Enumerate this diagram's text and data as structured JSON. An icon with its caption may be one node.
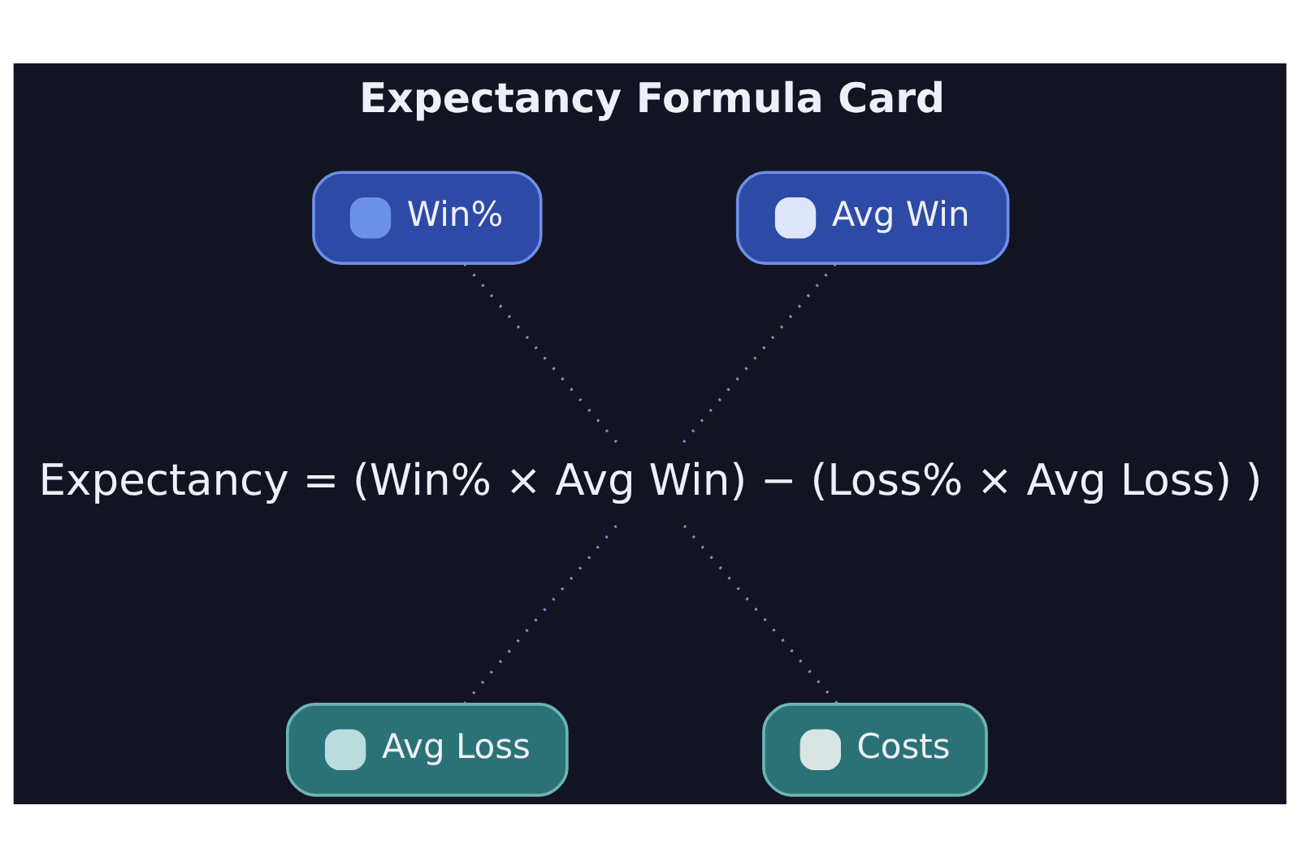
{
  "diagram": {
    "title": "Expectancy Formula Card",
    "nodes": [
      {
        "text": [
          "Win%"
        ]
      },
      {
        "text": [
          "Avg Win"
        ]
      },
      {
        "text": [
          "Expectancy = (Win% × Avg Win) − (Loss% × Avg Loss) )"
        ]
      },
      {
        "text": [
          "Avg Loss"
        ]
      },
      {
        "text": [
          "Costs"
        ]
      }
    ],
    "edges": [
      {
        "from": 0,
        "to": 2,
        "arrow": "none",
        "style": "dashed"
      },
      {
        "from": 1,
        "to": 2,
        "arrow": "none",
        "style": "dashed"
      },
      {
        "from": 2,
        "to": 3,
        "arrow": "none",
        "style": "dashed"
      },
      {
        "from": 2,
        "to": 4,
        "arrow": "none",
        "style": "dashed"
      }
    ]
  }
}
